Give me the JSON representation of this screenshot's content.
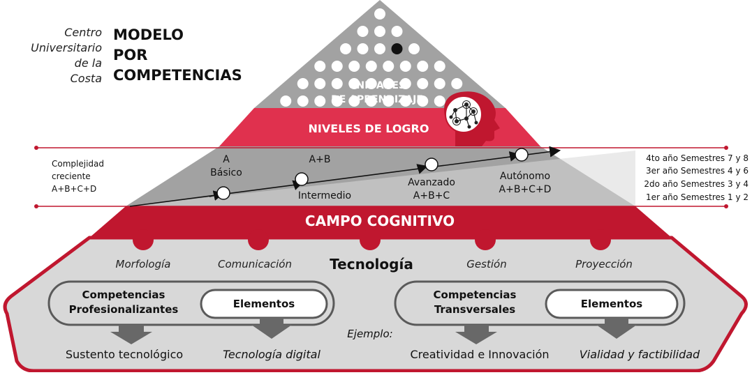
{
  "header": {
    "institution": "Centro\nUniversitario\nde la\nCosta",
    "title": "MODELO\nPOR\nCOMPETENCIAS"
  },
  "pyramid": {
    "units_label_1": "UNIDADES",
    "units_label_2": "DE APRENDIZAJE",
    "levels_label": "NIVELES DE LOGRO",
    "cognitive_label": "CAMPO COGNITIVO"
  },
  "complexity": {
    "line1": "Complejidad",
    "line2": "creciente",
    "line3": "A+B+C+D"
  },
  "stages": [
    {
      "top": "A",
      "mid": "Básico",
      "bottom": ""
    },
    {
      "top": "A+B",
      "mid": "",
      "bottom": "Intermedio"
    },
    {
      "top": "",
      "mid": "Avanzado",
      "bottom": "A+B+C"
    },
    {
      "top": "",
      "mid": "Autónomo",
      "bottom": "A+B+C+D"
    }
  ],
  "years": [
    "4to año Semestres 7 y 8",
    "3er año Semestres 4 y 6",
    "2do año Semestres 3 y 4",
    "1er año Semestres 1 y 2"
  ],
  "fields": [
    "Morfología",
    "Comunicación",
    "Tecnología",
    "Gestión",
    "Proyección"
  ],
  "left_box": {
    "title_1": "Competencias",
    "title_2": "Profesionalizantes",
    "elements": "Elementos",
    "result_1": "Sustento tecnológico",
    "result_2": "Tecnología digital"
  },
  "right_box": {
    "title_1": "Competencias",
    "title_2": "Transversales",
    "elements": "Elementos",
    "result_1": "Creatividad e Innovación",
    "result_2": "Vialidad y factibilidad"
  },
  "example_label": "Ejemplo:",
  "colors": {
    "crimson": "#c0172f",
    "pink": "#e0314e",
    "gray_dark": "#a2a2a2",
    "gray_light": "#d8d8d8",
    "arrow_gray": "#686868"
  },
  "icons": [
    "head-network-icon",
    "dot-grid"
  ]
}
